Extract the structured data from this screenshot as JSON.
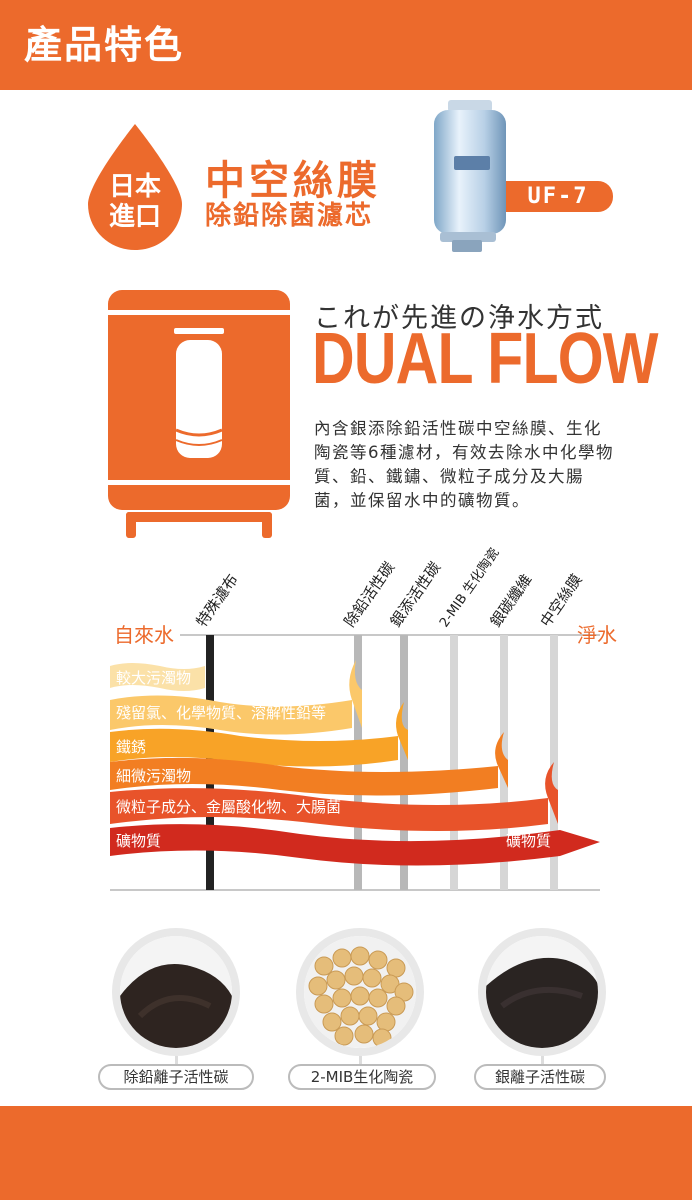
{
  "header": {
    "title": "產品特色"
  },
  "badge": {
    "line1": "日本",
    "line2": "進口"
  },
  "product": {
    "title": "中空絲膜",
    "subtitle": "除鉛除菌濾芯",
    "model": "UF-7"
  },
  "intro": {
    "tagline": "これが先進の浄水方式",
    "headline": "DUAL FLOW",
    "description": "內含銀添除鉛活性碳中空絲膜、生化陶瓷等6種濾材，有效去除水中化學物質、鉛、鐵鏽、微粒子成分及大腸菌，並保留水中的礦物質。"
  },
  "diagram": {
    "inlet": "自來水",
    "outlet": "淨水",
    "filters": [
      "特殊濾布",
      "除鉛活性碳",
      "銀添活性碳",
      "2-MIB 生化陶瓷",
      "銀碳纖維",
      "中空絲膜"
    ],
    "flows": [
      {
        "label": "較大污濁物",
        "color": "#fbe1a8"
      },
      {
        "label": "殘留氯、化學物質、溶解性鉛等",
        "color": "#fbc86a"
      },
      {
        "label": "鐵銹",
        "color": "#f8a327"
      },
      {
        "label": "細微污濁物",
        "color": "#f27e22"
      },
      {
        "label": "微粒子成分、金屬酸化物、大腸菌",
        "color": "#e8532a"
      },
      {
        "label": "礦物質",
        "color": "#d12a1e"
      }
    ],
    "mineral_out": "礦物質"
  },
  "materials": [
    {
      "caption": "除鉛離子活性碳",
      "icon": "activated-carbon-image"
    },
    {
      "caption": "2-MIB生化陶瓷",
      "icon": "ceramic-beads-image"
    },
    {
      "caption": "銀離子活性碳",
      "icon": "silver-carbon-image"
    }
  ],
  "colors": {
    "accent": "#ec6a2c"
  }
}
